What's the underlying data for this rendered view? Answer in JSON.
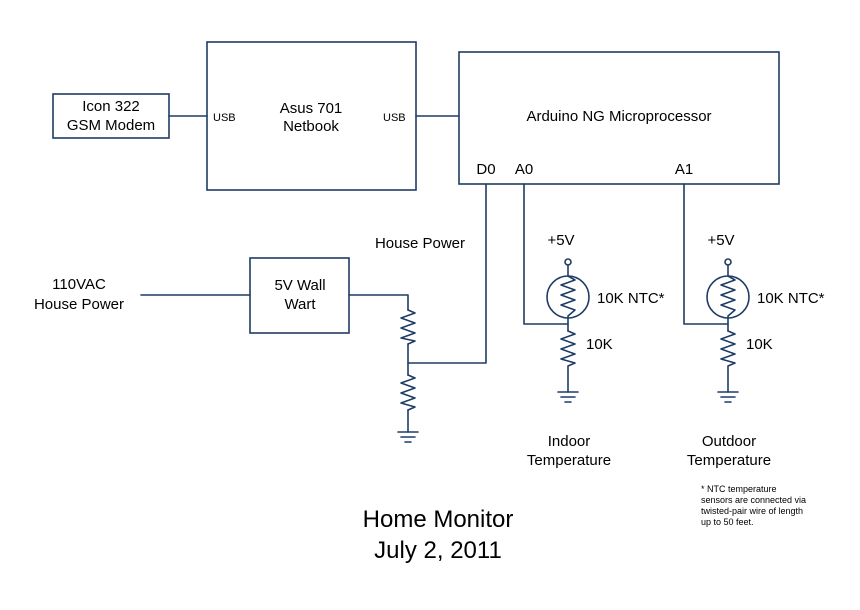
{
  "blocks": {
    "modem": {
      "line1": "Icon 322",
      "line2": "GSM Modem"
    },
    "netbook": {
      "line1": "Asus 701",
      "line2": "Netbook",
      "port_left": "USB",
      "port_right": "USB"
    },
    "arduino": {
      "name": "Arduino NG Microprocessor",
      "pin_d0": "D0",
      "pin_a0": "A0",
      "pin_a1": "A1"
    },
    "wallwart": {
      "line1": "5V Wall",
      "line2": "Wart"
    }
  },
  "labels": {
    "mains_line1": "110VAC",
    "mains_line2": "House Power",
    "house_power": "House Power",
    "indoor_supply": "+5V",
    "outdoor_supply": "+5V",
    "indoor_ntc": "10K NTC*",
    "outdoor_ntc": "10K NTC*",
    "indoor_resistor": "10K",
    "outdoor_resistor": "10K",
    "indoor_line1": "Indoor",
    "indoor_line2": "Temperature",
    "outdoor_line1": "Outdoor",
    "outdoor_line2": "Temperature"
  },
  "footnote": {
    "line1": "* NTC temperature",
    "line2": "sensors are connected via",
    "line3": "twisted-pair wire of length",
    "line4": "up to 50 feet."
  },
  "title": {
    "line1": "Home Monitor",
    "line2": "July 2, 2011"
  },
  "colors": {
    "line": "#1f3c64",
    "text": "#000000",
    "background": "#ffffff"
  }
}
